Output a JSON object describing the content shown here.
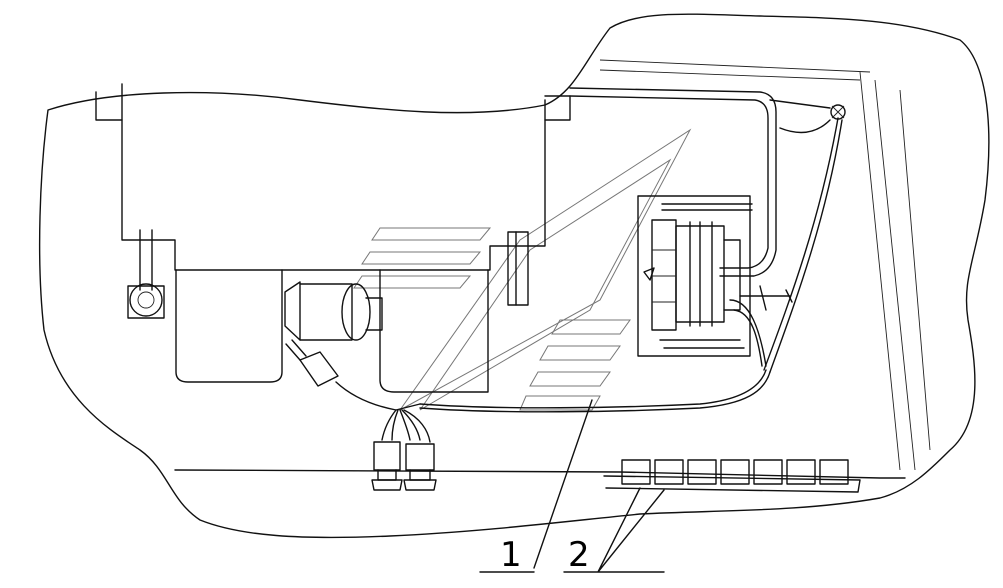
{
  "callouts": [
    {
      "id": "1",
      "label": "1"
    },
    {
      "id": "2",
      "label": "2"
    }
  ],
  "colors": {
    "line": "#111111",
    "background": "#ffffff",
    "watermark": "#777777"
  }
}
